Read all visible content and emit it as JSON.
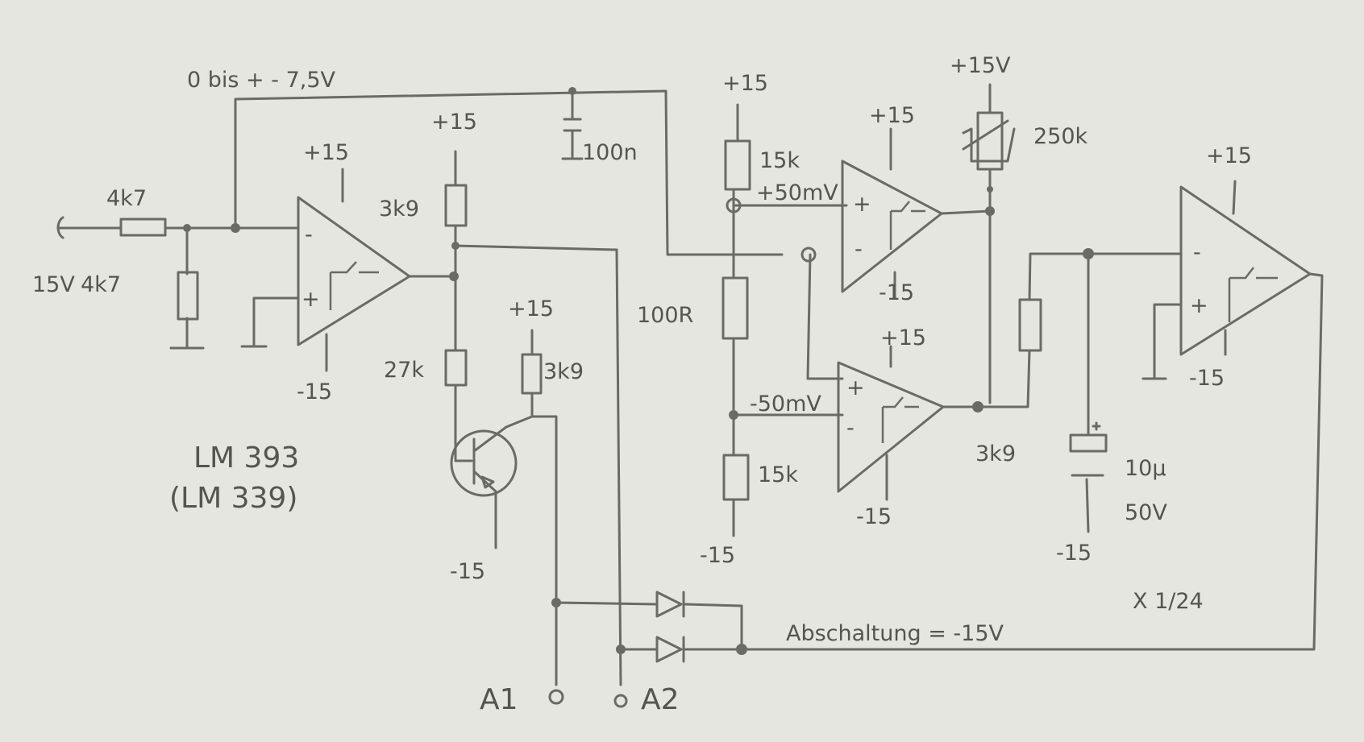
{
  "labels": {
    "vref": "0 bis + - 7,5V",
    "in_r1": "4k7",
    "in_r2": "4k7",
    "in_left": "15V",
    "comp1_vp": "+15",
    "comp1_vn": "-15",
    "pullup_v": "+15",
    "r_3k9": "3k9",
    "r_27k": "27k",
    "q_v": "+15",
    "r_3k9_b": "3k9",
    "q_emit": "-15",
    "cap_top": "100n",
    "div_top_v": "+15",
    "div_r1": "15k",
    "div_p": "+50mV",
    "div_r2": "100R",
    "div_n": "-50mV",
    "div_r3": "15k",
    "div_bot_v": "-15",
    "comp2_vp": "+15",
    "comp2_vn": "-15",
    "comp3_vp": "+15",
    "comp3_vn": "-15",
    "pot_v": "+15V",
    "pot": "250k",
    "r_3k9_c": "3k9",
    "cap2": "10µ",
    "cap2_v": "50V",
    "cap2_bot": "-15",
    "comp4_vp": "+15",
    "comp4_vn": "-15",
    "chip": "LM 393",
    "chip_alt": "(LM 339)",
    "x124": "X 1/24",
    "abschaltung": "Abschaltung = -15V",
    "a1": "A1",
    "a2": "A2",
    "minus": "-",
    "plus": "+"
  }
}
